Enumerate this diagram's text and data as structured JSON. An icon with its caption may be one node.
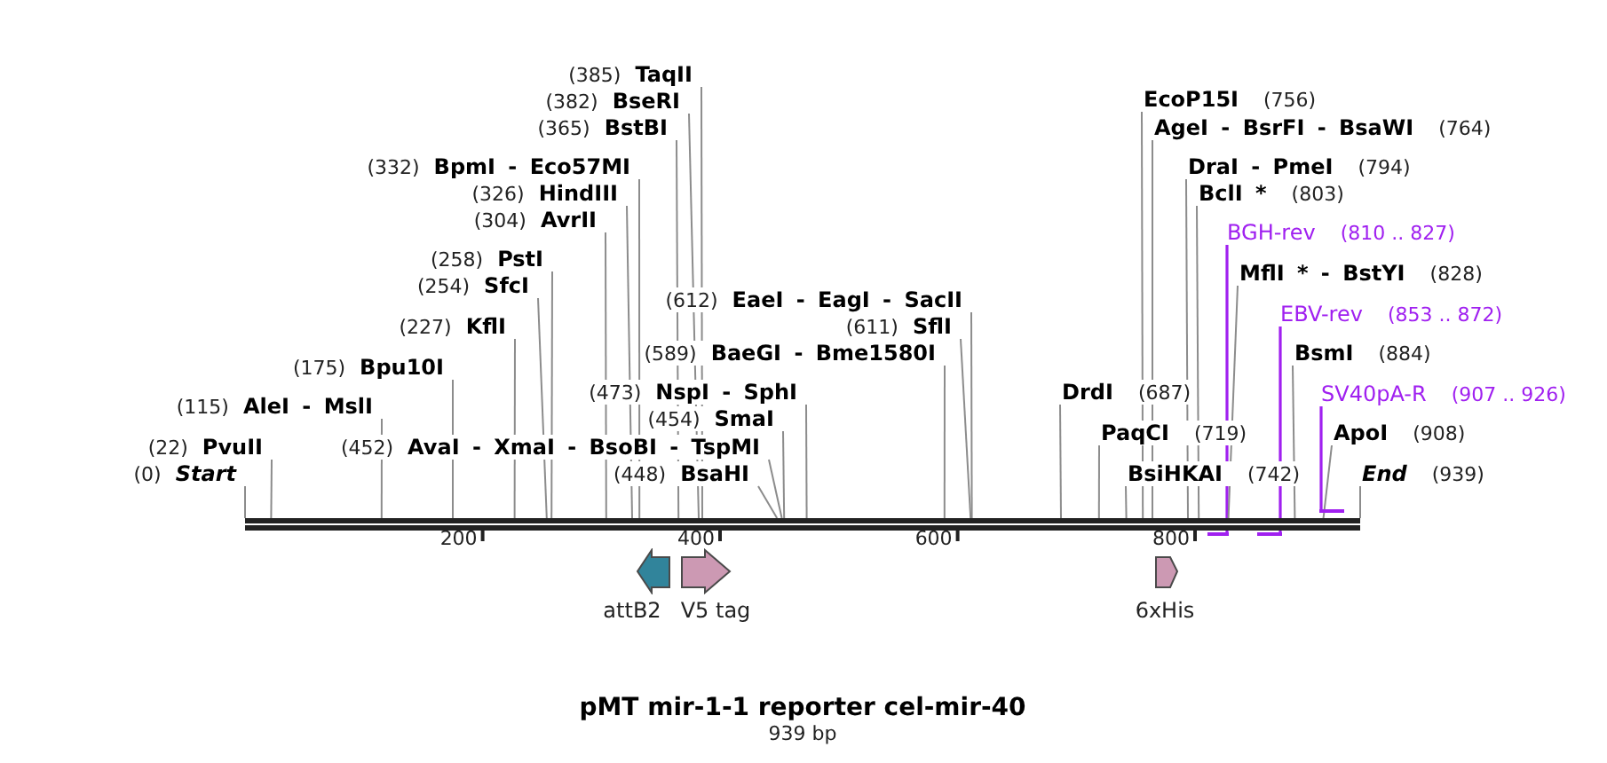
{
  "diagram": {
    "title": "pMT mir-1-1 reporter cel-mir-40",
    "caption": "939 bp",
    "nodes": [
      {
        "text": [
          "(385)",
          "TaqII"
        ]
      },
      {
        "text": [
          "(382)",
          "BseRI"
        ]
      },
      {
        "text": [
          "EcoP15I",
          "(756)"
        ]
      },
      {
        "text": [
          "(365)",
          "BstBI"
        ]
      },
      {
        "text": [
          "AgeI - BsrFI - BsaWI",
          "(764)"
        ]
      },
      {
        "text": [
          "(332)",
          "BpmI - Eco57MI"
        ]
      },
      {
        "text": [
          "DraI - PmeI",
          "(794)"
        ]
      },
      {
        "text": [
          "(326)",
          "HindIII"
        ]
      },
      {
        "text": [
          "BclI *",
          "(803)"
        ]
      },
      {
        "text": [
          "(304)",
          "AvrII"
        ]
      },
      {
        "text": [
          "BGH-rev",
          "(810 .. 827)"
        ]
      },
      {
        "text": [
          "(258)",
          "PstI"
        ]
      },
      {
        "text": [
          "MflI * - BstYI",
          "(828)"
        ]
      },
      {
        "text": [
          "(254)",
          "SfcI"
        ]
      },
      {
        "text": [
          "(612)",
          "EaeI - EagI - SacII"
        ]
      },
      {
        "text": [
          "EBV-rev",
          "(853 .. 872)"
        ]
      },
      {
        "text": [
          "(227)",
          "KflI"
        ]
      },
      {
        "text": [
          "(611)",
          "SflI"
        ]
      },
      {
        "text": [
          "(589)",
          "BaeGI - Bme1580I"
        ]
      },
      {
        "text": [
          "BsmI",
          "(884)"
        ]
      },
      {
        "text": [
          "(175)",
          "Bpu10I"
        ]
      },
      {
        "text": [
          "(473)",
          "NspI - SphI"
        ]
      },
      {
        "text": [
          "DrdI",
          "(687)"
        ]
      },
      {
        "text": [
          "SV40pA-R",
          "(907 .. 926)"
        ]
      },
      {
        "text": [
          "(115)",
          "AleI - MslI"
        ]
      },
      {
        "text": [
          "(454)",
          "SmaI"
        ]
      },
      {
        "text": [
          "PaqCI",
          "(719)"
        ]
      },
      {
        "text": [
          "ApoI",
          "(908)"
        ]
      },
      {
        "text": [
          "(22)",
          "PvuII"
        ]
      },
      {
        "text": [
          "(452)",
          "AvaI - XmaI - BsoBI - TspMI"
        ]
      },
      {
        "text": [
          "(0)",
          "Start"
        ]
      },
      {
        "text": [
          "(448)",
          "BsaHI"
        ]
      },
      {
        "text": [
          "BsiHKAI",
          "(742)"
        ]
      },
      {
        "text": [
          "End",
          "(939)"
        ]
      },
      {
        "text": [],
        "shape": "bar"
      },
      {
        "text": [],
        "shape": "bar"
      },
      {
        "text": [],
        "shape": "bar"
      },
      {
        "text": [],
        "shape": "bar"
      },
      {
        "text": [
          "attB2"
        ]
      },
      {
        "text": [
          "V5 tag"
        ]
      },
      {
        "text": [
          "6xHis"
        ]
      }
    ],
    "edges": [
      {
        "from": 0,
        "to": 34,
        "arrow": "none"
      },
      {
        "from": 1,
        "to": 34,
        "arrow": "none"
      },
      {
        "from": 2,
        "to": 34,
        "arrow": "none"
      },
      {
        "from": 3,
        "to": 34,
        "arrow": "none"
      },
      {
        "from": 4,
        "to": 34,
        "arrow": "none"
      },
      {
        "from": 5,
        "to": 34,
        "arrow": "none"
      },
      {
        "from": 6,
        "to": 34,
        "arrow": "none"
      },
      {
        "from": 7,
        "to": 34,
        "arrow": "none"
      },
      {
        "from": 8,
        "to": 34,
        "arrow": "none"
      },
      {
        "from": 9,
        "to": 34,
        "arrow": "none"
      },
      {
        "from": 10,
        "to": 35,
        "arrow": "none",
        "color": "#a020f0"
      },
      {
        "from": 11,
        "to": 34,
        "arrow": "none"
      },
      {
        "from": 12,
        "to": 34,
        "arrow": "none"
      },
      {
        "from": 13,
        "to": 34,
        "arrow": "none"
      },
      {
        "from": 14,
        "to": 34,
        "arrow": "none"
      },
      {
        "from": 15,
        "to": 36,
        "arrow": "none",
        "color": "#a020f0"
      },
      {
        "from": 16,
        "to": 34,
        "arrow": "none"
      },
      {
        "from": 17,
        "to": 34,
        "arrow": "none"
      },
      {
        "from": 18,
        "to": 34,
        "arrow": "none"
      },
      {
        "from": 19,
        "to": 34,
        "arrow": "none"
      },
      {
        "from": 20,
        "to": 34,
        "arrow": "none"
      },
      {
        "from": 21,
        "to": 34,
        "arrow": "none"
      },
      {
        "from": 22,
        "to": 34,
        "arrow": "none"
      },
      {
        "from": 23,
        "to": 37,
        "arrow": "none",
        "color": "#a020f0"
      },
      {
        "from": 24,
        "to": 34,
        "arrow": "none"
      },
      {
        "from": 25,
        "to": 34,
        "arrow": "none"
      },
      {
        "from": 26,
        "to": 34,
        "arrow": "none"
      },
      {
        "from": 27,
        "to": 34,
        "arrow": "none"
      },
      {
        "from": 28,
        "to": 34,
        "arrow": "none"
      },
      {
        "from": 29,
        "to": 34,
        "arrow": "none"
      },
      {
        "from": 30,
        "to": 34,
        "arrow": "none"
      },
      {
        "from": 31,
        "to": 34,
        "arrow": "none"
      },
      {
        "from": 32,
        "to": 34,
        "arrow": "none"
      },
      {
        "from": 33,
        "to": 34,
        "arrow": "none"
      }
    ],
    "labels": [
      "200",
      "400",
      "600",
      "800"
    ]
  }
}
